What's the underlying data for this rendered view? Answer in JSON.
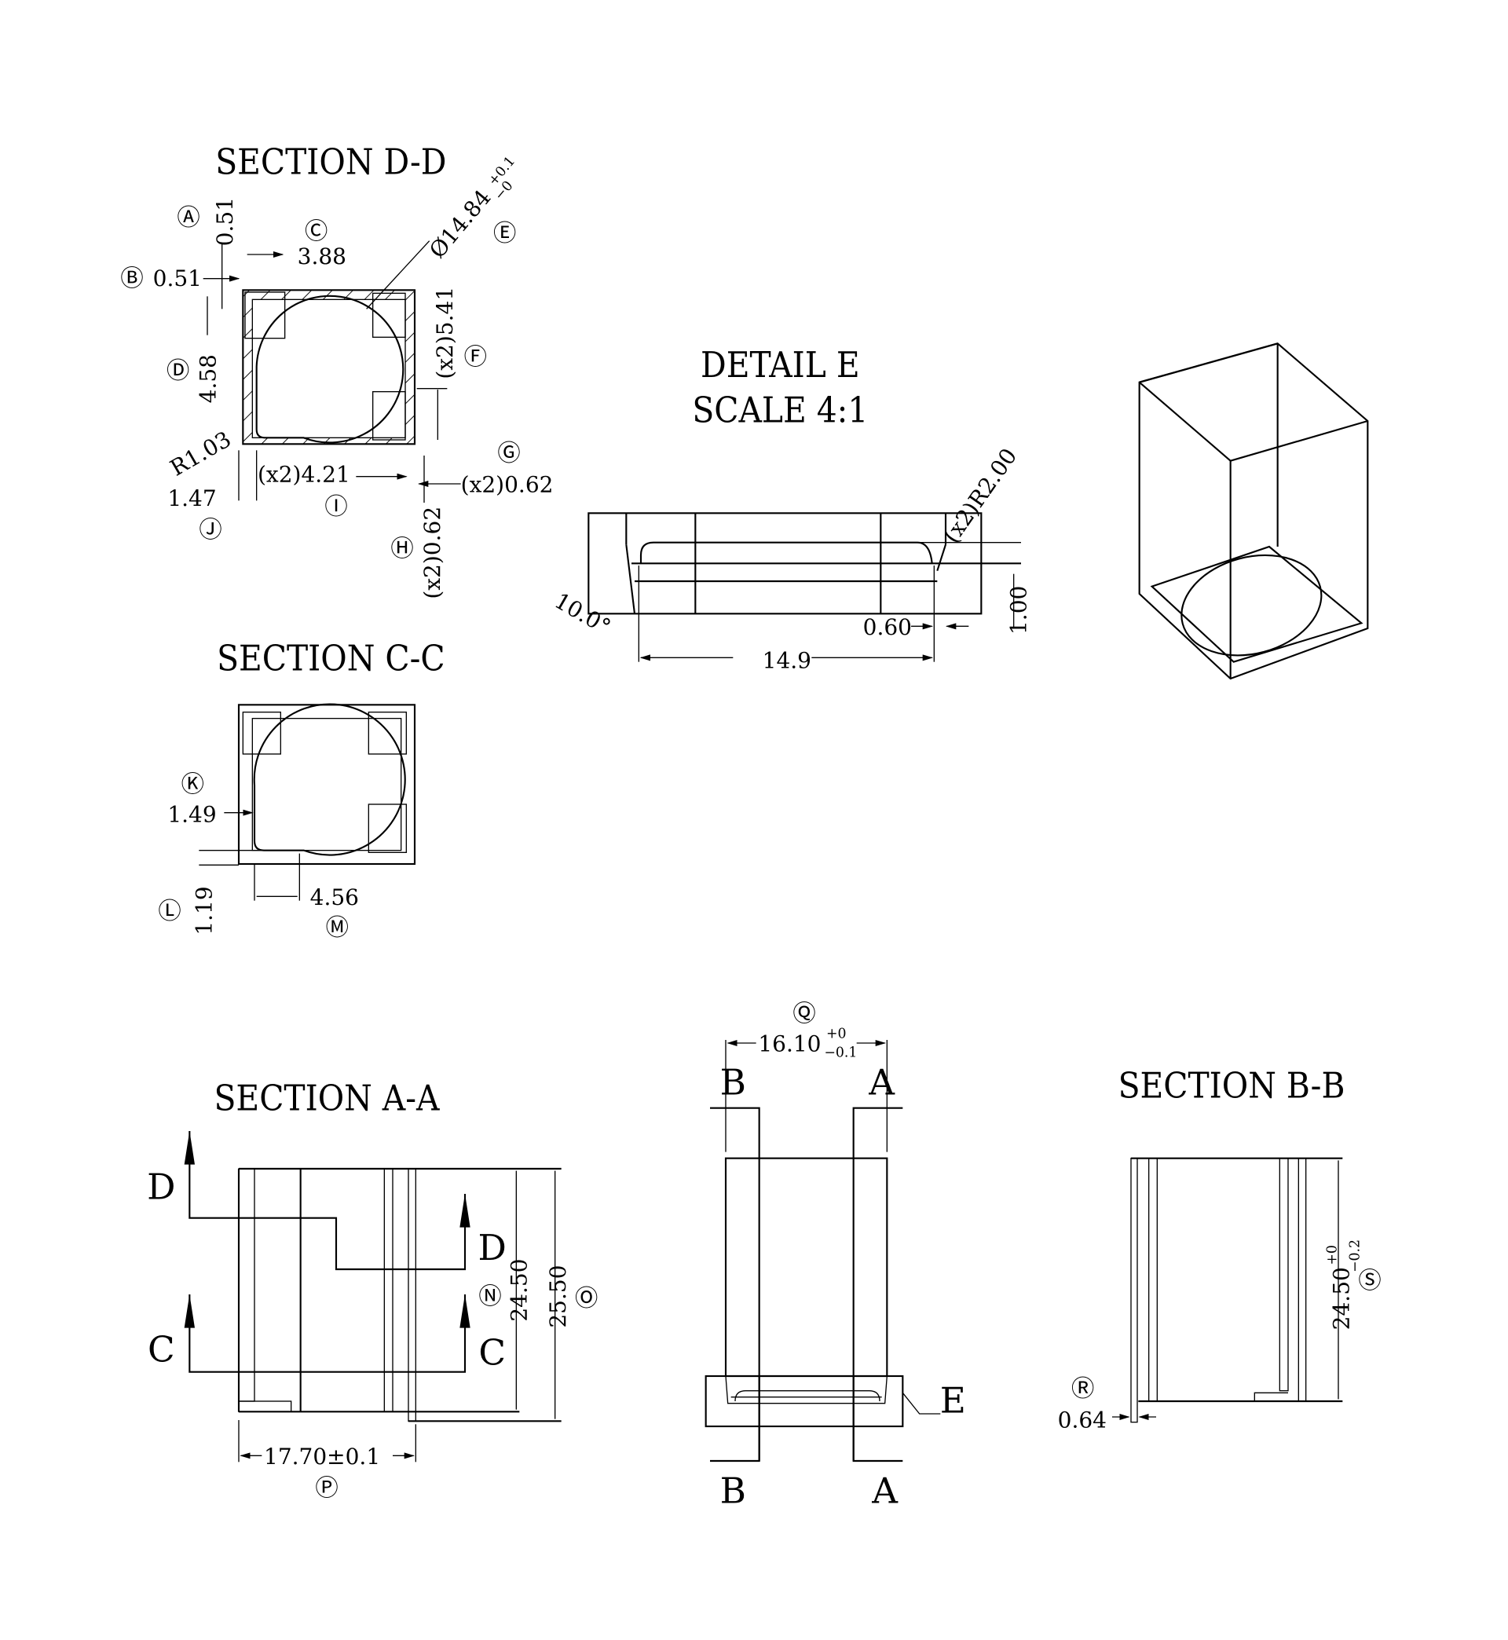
{
  "views": {
    "section_dd": {
      "title": "SECTION D-D",
      "dims": {
        "a": "0.51",
        "b": "0.51",
        "c": "3.88",
        "d": "4.58",
        "e": "Ø14.84",
        "e_tol_plus": "+0.1",
        "e_tol_minus": "−0",
        "f": "(x2)5.41",
        "g": "(x2)0.62",
        "h": "(x2)0.62",
        "i": "(x2)4.21",
        "j": "1.47",
        "r": "R1.03"
      },
      "markers": {
        "a": "Ⓐ",
        "b": "Ⓑ",
        "c": "Ⓒ",
        "d": "Ⓓ",
        "e": "Ⓔ",
        "f": "Ⓕ",
        "g": "Ⓖ",
        "h": "Ⓗ",
        "i": "Ⓘ",
        "j": "Ⓙ"
      }
    },
    "detail_e": {
      "title": "DETAIL E",
      "scale": "SCALE 4:1",
      "dims": {
        "radius": "(x2)R2.00",
        "angle": "10.0°",
        "width": "14.9",
        "gap": "0.60",
        "height": "1.00"
      }
    },
    "section_cc": {
      "title": "SECTION C-C",
      "dims": {
        "k": "1.49",
        "l": "1.19",
        "m": "4.56"
      },
      "markers": {
        "k": "Ⓚ",
        "l": "Ⓛ",
        "m": "Ⓜ"
      }
    },
    "section_aa": {
      "title": "SECTION A-A",
      "cut_labels": {
        "d": "D",
        "c": "C"
      },
      "dims": {
        "n": "24.50",
        "o": "25.50",
        "p": "17.70±0.1"
      },
      "markers": {
        "n": "Ⓝ",
        "o": "Ⓞ",
        "p": "Ⓟ"
      }
    },
    "front_view": {
      "dims": {
        "q": "16.10",
        "q_tol_plus": "+0",
        "q_tol_minus": "−0.1"
      },
      "markers": {
        "q": "Ⓠ"
      },
      "cut_labels": {
        "b": "B",
        "a": "A",
        "e": "E"
      }
    },
    "section_bb": {
      "title": "SECTION B-B",
      "dims": {
        "r": "0.64",
        "s": "24.50",
        "s_tol_plus": "+0",
        "s_tol_minus": "−0.2"
      },
      "markers": {
        "r": "Ⓡ",
        "s": "Ⓢ"
      }
    }
  }
}
